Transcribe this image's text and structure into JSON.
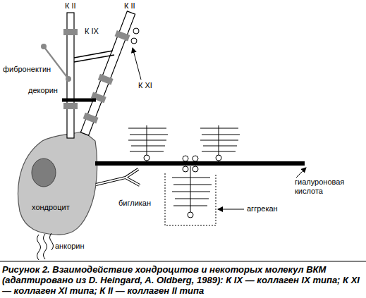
{
  "diagram": {
    "caption": "Рисунок 2. Взаимодействие хондроцитов и некоторых молекул ВКМ (адаптировано из D. Heingard, A. Oldberg, 1989): К IX — коллаген IX типа; К XI — коллаген XI типа; К II — коллаген II типа",
    "nodes": [
      {
        "text": [
          "хондроцит"
        ]
      }
    ],
    "labels": [
      "К II",
      "К II",
      "К IX",
      "К XI",
      "фибронектин",
      "декорин",
      "гиалуроновая кислота",
      "аггрекан",
      "бигликан",
      "анкорин"
    ]
  }
}
